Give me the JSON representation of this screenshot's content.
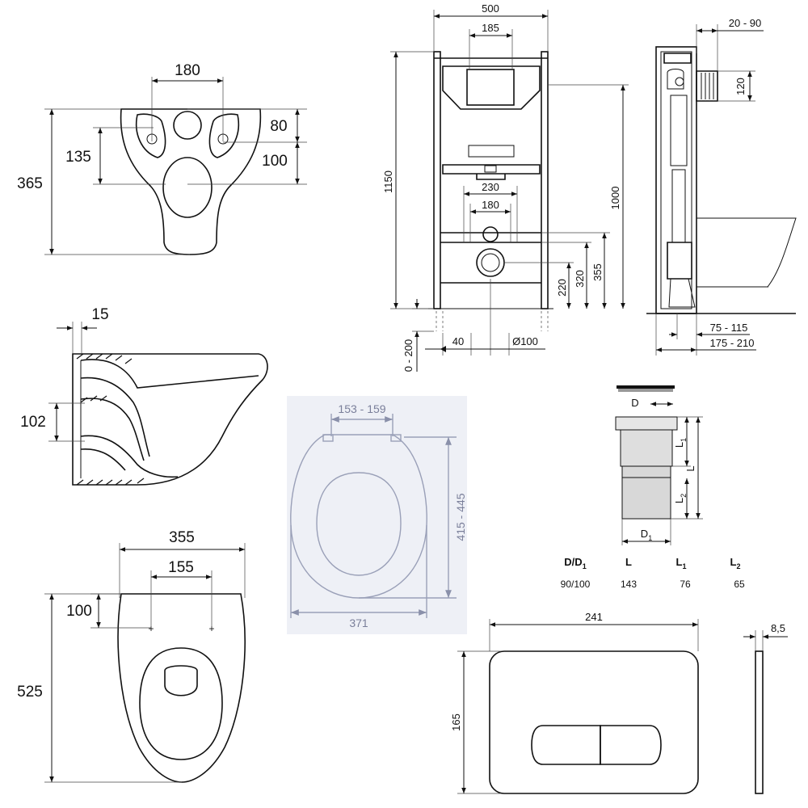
{
  "toilet_front": {
    "d_180": "180",
    "d_80": "80",
    "d_135": "135",
    "d_100": "100",
    "d_365": "365"
  },
  "toilet_side": {
    "d_15": "15",
    "d_102": "102"
  },
  "toilet_top": {
    "d_355": "355",
    "d_155": "155",
    "d_100": "100",
    "d_525": "525"
  },
  "seat": {
    "d_hinge": "153 - 159",
    "d_length": "415 - 445",
    "d_width": "371"
  },
  "frame_front": {
    "d_500": "500",
    "d_185": "185",
    "d_1150": "1150",
    "d_1000": "1000",
    "d_230": "230",
    "d_180": "180",
    "d_355": "355",
    "d_320": "320",
    "d_220": "220",
    "d_0_200": "0 - 200",
    "d_40": "40",
    "d_pipe": "Ø100"
  },
  "frame_side": {
    "d_20_90": "20 - 90",
    "d_120": "120",
    "d_75_115": "75 - 115",
    "d_175_210": "175 - 210"
  },
  "pipe": {
    "label_D": "D",
    "label_D1": "D",
    "label_L1": "L",
    "label_L": "L",
    "label_L2": "L",
    "sub_1": "1",
    "sub_2": "2",
    "table_headers": [
      "D/D",
      "L",
      "L",
      "L"
    ],
    "table_header_subs": [
      "1",
      "",
      "1",
      "2"
    ],
    "table_values": [
      "90/100",
      "143",
      "76",
      "65"
    ]
  },
  "button": {
    "d_241": "241",
    "d_165": "165",
    "d_thick": "8,5"
  }
}
